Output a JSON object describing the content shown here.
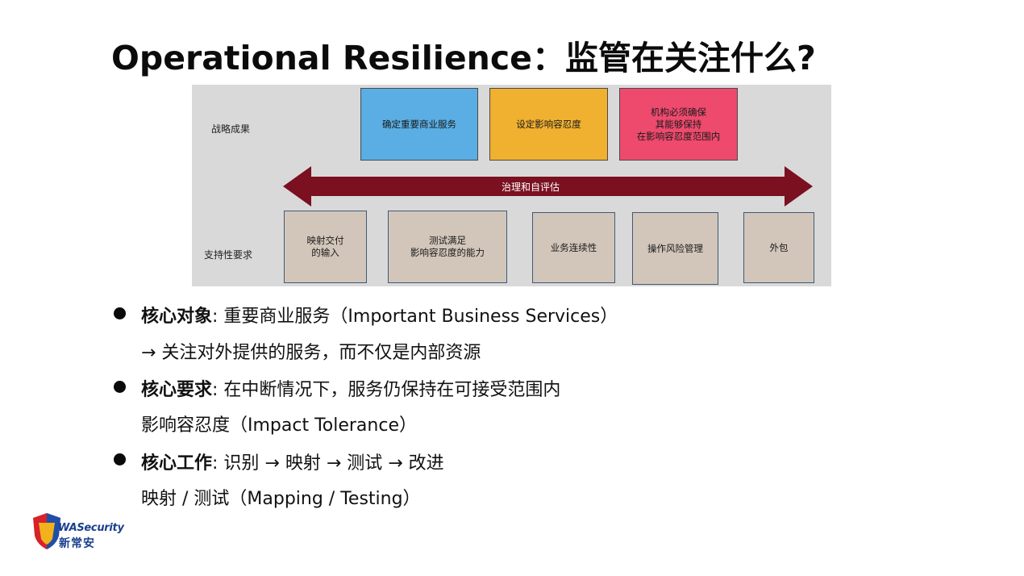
{
  "title": "Operational Resilience：监管在关注什么?",
  "diagram": {
    "row_labels": {
      "top": "战略成果",
      "bottom": "支持性要求"
    },
    "top_boxes": [
      {
        "label": "确定重要商业服务",
        "color": "#5aaee3"
      },
      {
        "label": "设定影响容忍度",
        "color": "#f0b030"
      },
      {
        "label": "机构必须确保\n其能够保持\n在影响容忍度范围内",
        "color": "#ee4a6e"
      }
    ],
    "arrow": {
      "label": "治理和自评估",
      "color": "#7a1020"
    },
    "bottom_boxes": [
      {
        "label": "映射交付\n的输入"
      },
      {
        "label": "测试满足\n影响容忍度的能力"
      },
      {
        "label": "业务连续性"
      },
      {
        "label": "操作风险管理"
      },
      {
        "label": "外包"
      }
    ]
  },
  "bullets": [
    {
      "head": "核心对象",
      "text": ": 重要商业服务（Important Business Services）",
      "sub": "→ 关注对外提供的服务，而不仅是内部资源"
    },
    {
      "head": "核心要求",
      "text": ": 在中断情况下，服务仍保持在可接受范围内",
      "sub": "影响容忍度（Impact Tolerance）"
    },
    {
      "head": "核心工作",
      "text": ": 识别 → 映射 → 测试 → 改进",
      "sub": "映射 / 测试（Mapping / Testing）"
    }
  ],
  "logo": {
    "line1": "WASecurity",
    "line2": "新常安"
  }
}
